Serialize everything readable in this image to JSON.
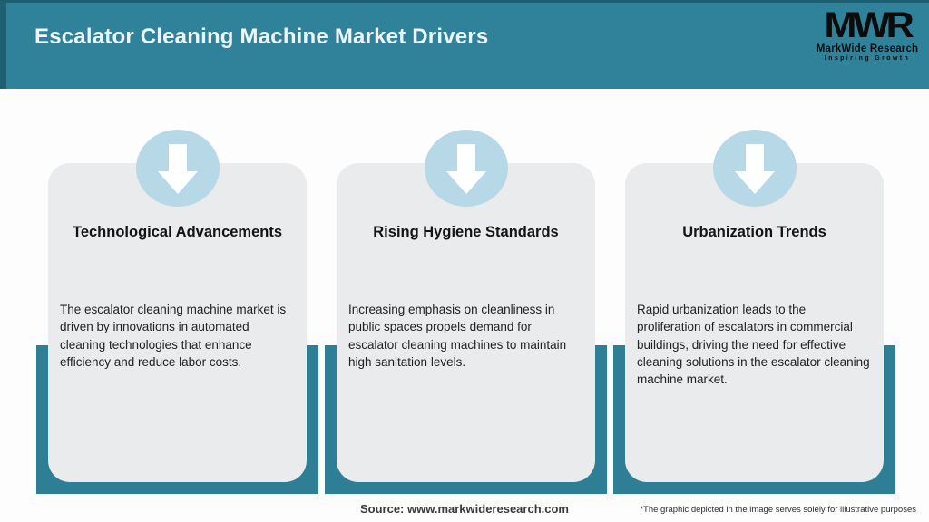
{
  "header": {
    "title": "Escalator Cleaning Machine Market Drivers",
    "logo": {
      "monogram": "MWR",
      "name": "MarkWide Research",
      "tagline": "Inspiring Growth"
    }
  },
  "cards": [
    {
      "icon": "down-arrow-icon",
      "title": "Technological Advancements",
      "body": "The escalator cleaning machine market is driven by innovations in automated cleaning technologies that enhance efficiency and reduce labor costs."
    },
    {
      "icon": "down-arrow-icon",
      "title": "Rising Hygiene Standards",
      "body": "Increasing emphasis on cleanliness in public spaces propels demand for escalator cleaning machines to maintain high sanitation levels."
    },
    {
      "icon": "down-arrow-icon",
      "title": "Urbanization Trends",
      "body": "Rapid urbanization leads to the proliferation of escalators in commercial buildings, driving the need for effective cleaning solutions in the escalator cleaning machine market."
    }
  ],
  "footer": {
    "source": "Source: www.markwideresearch.com",
    "disclaimer": "*The graphic depicted in the image serves solely for illustrative purposes"
  },
  "colors": {
    "header-teal": "#30829A",
    "header-edge": "#1D6072",
    "card-bg": "#E9EBEC",
    "shadow-teal": "#2E7E95",
    "circle-blue": "#B7D8E7",
    "arrow-white": "#FFFFFF",
    "dark-text": "#141414",
    "body-text": "#222222",
    "footer-text": "#3B3B3B"
  }
}
